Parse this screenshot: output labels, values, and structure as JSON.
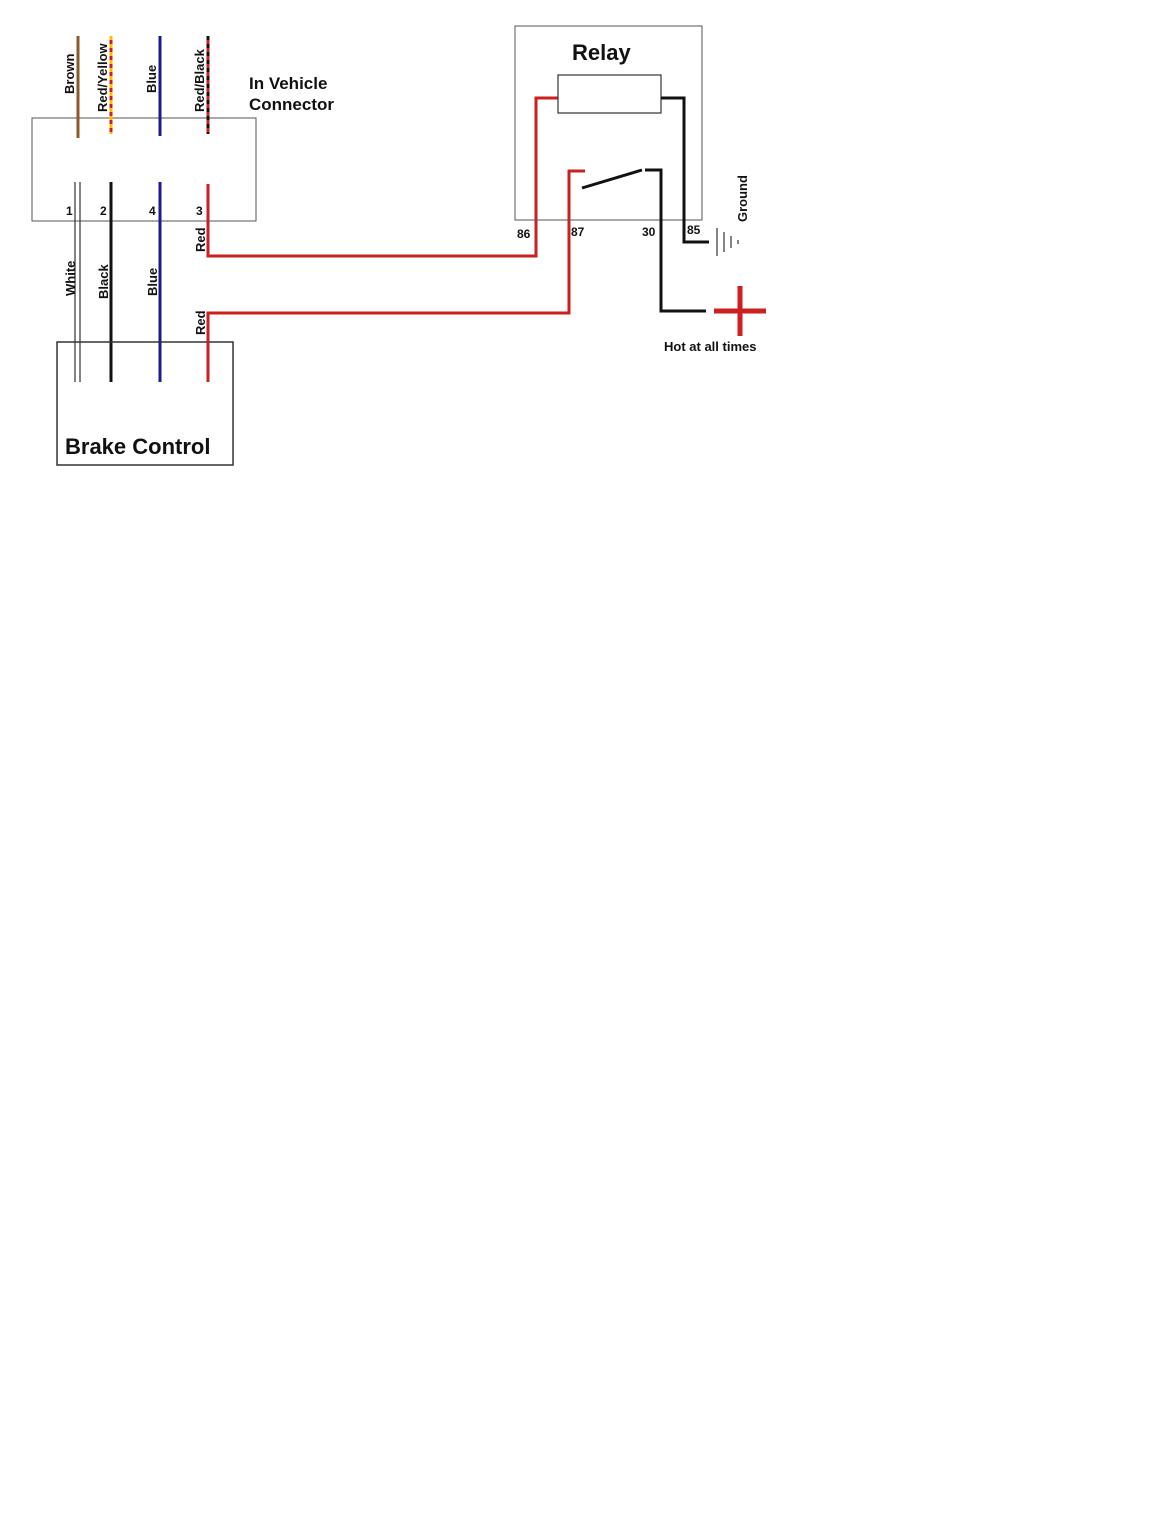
{
  "relay": {
    "title": "Relay",
    "pins": {
      "p86": "86",
      "p87": "87",
      "p30": "30",
      "p85": "85"
    }
  },
  "connector": {
    "title_line1": "In Vehicle",
    "title_line2": "Connector",
    "top_wires": [
      "Brown",
      "Red/Yellow",
      "Blue",
      "Red/Black"
    ],
    "pins": [
      "1",
      "2",
      "4",
      "3"
    ],
    "bottom_wires": [
      "White",
      "Black",
      "Blue",
      "Red"
    ]
  },
  "brake_control": {
    "title": "Brake Control",
    "wire_label": "Red"
  },
  "ground_label": "Ground",
  "hot_label": "Hot at all times",
  "colors": {
    "red": "#cc1f1f",
    "black": "#111111",
    "blue": "#1a1a8c",
    "brown": "#8b5a2b",
    "yellow": "#f2c200",
    "plus": "#cc1f1f",
    "box_border": "#444444"
  }
}
